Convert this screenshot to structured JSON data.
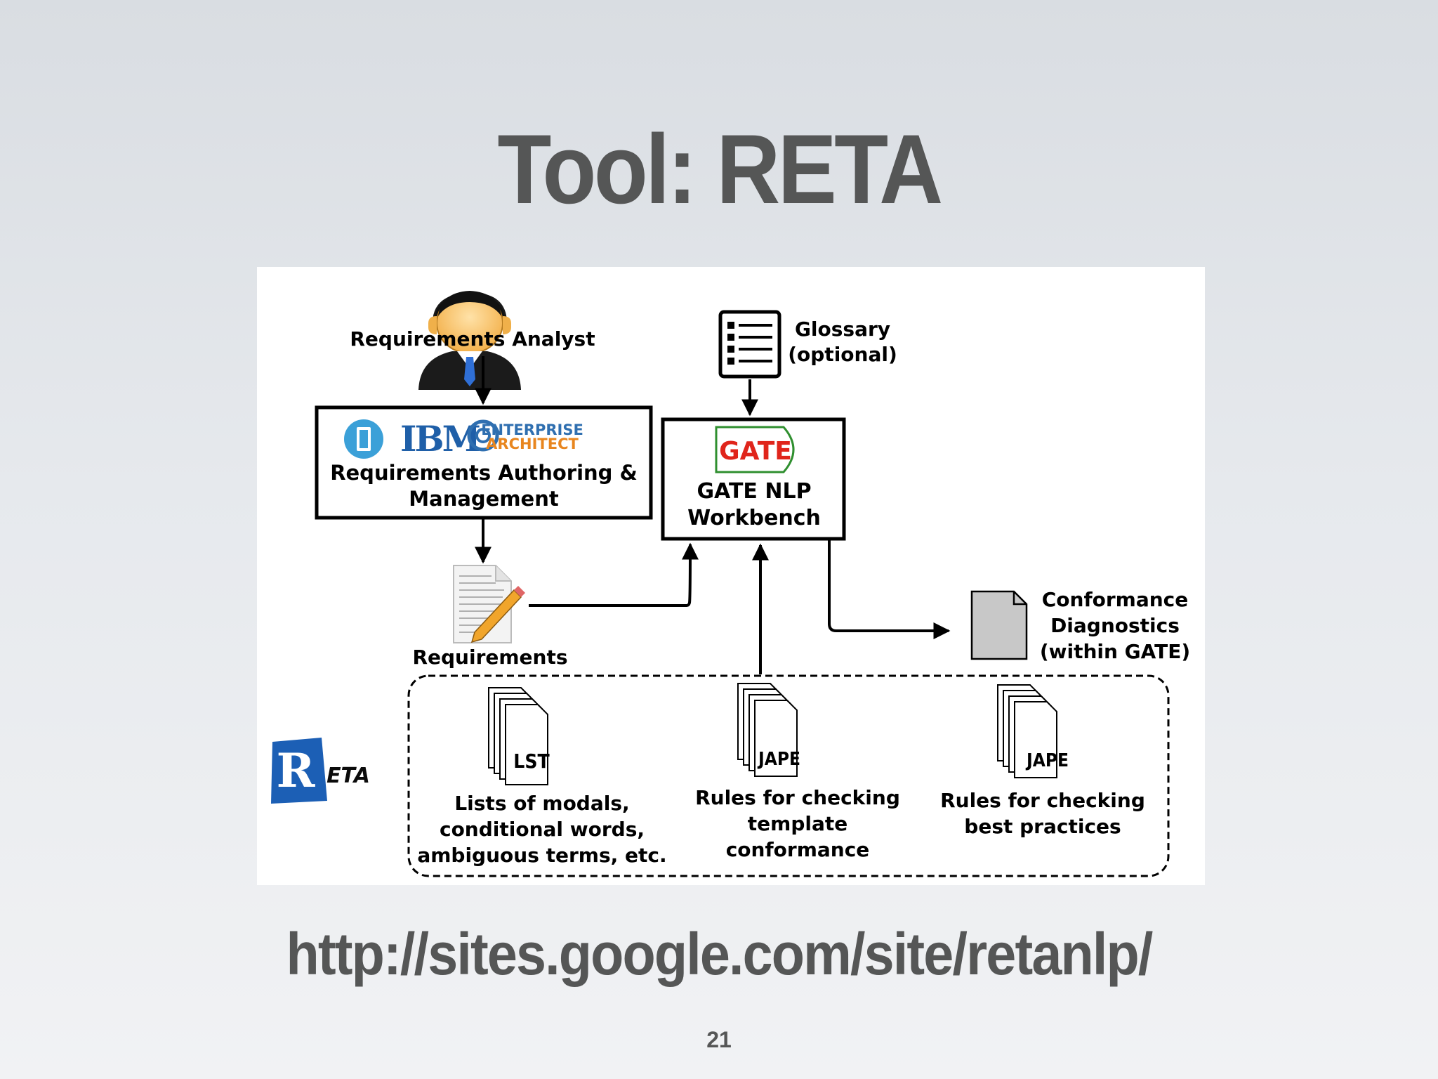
{
  "slide": {
    "title": "Tool: RETA",
    "url": "http://sites.google.com/site/retanlp/",
    "page_number": "21"
  },
  "diagram": {
    "analyst": {
      "label": "Requirements Analyst"
    },
    "authoring_box": {
      "line1": "Requirements Authoring &",
      "line2": "Management",
      "logo_ibm": "IBM",
      "logo_ea_line1": "ENTERPRISE",
      "logo_ea_line2": "ARCHITECT"
    },
    "glossary": {
      "line1": "Glossary",
      "line2": "(optional)"
    },
    "gate_box": {
      "logo": "GATE",
      "line1": "GATE NLP",
      "line2": "Workbench"
    },
    "requirements_doc": {
      "label": "Requirements"
    },
    "diagnostics": {
      "line1": "Conformance",
      "line2": "Diagnostics",
      "line3": "(within GATE)"
    },
    "reta_logo": {
      "r": "R",
      "rest": "ETA"
    },
    "resources": [
      {
        "tag": "LST",
        "line1": "Lists of modals,",
        "line2": "conditional words,",
        "line3": "ambiguous terms, etc."
      },
      {
        "tag": "JAPE",
        "line1": "Rules for checking",
        "line2": "template",
        "line3": "conformance"
      },
      {
        "tag": "JAPE",
        "line1": "Rules for checking",
        "line2": "best practices",
        "line3": ""
      }
    ],
    "colors": {
      "ibm_blue": "#1f5fa8",
      "ea_blue": "#2f6fb0",
      "ea_orange": "#e8861f",
      "gate_red": "#e0251b",
      "gate_green": "#2f8f2f",
      "reta_blue": "#1c5fb5",
      "doc_gray": "#c8c8c8"
    }
  }
}
